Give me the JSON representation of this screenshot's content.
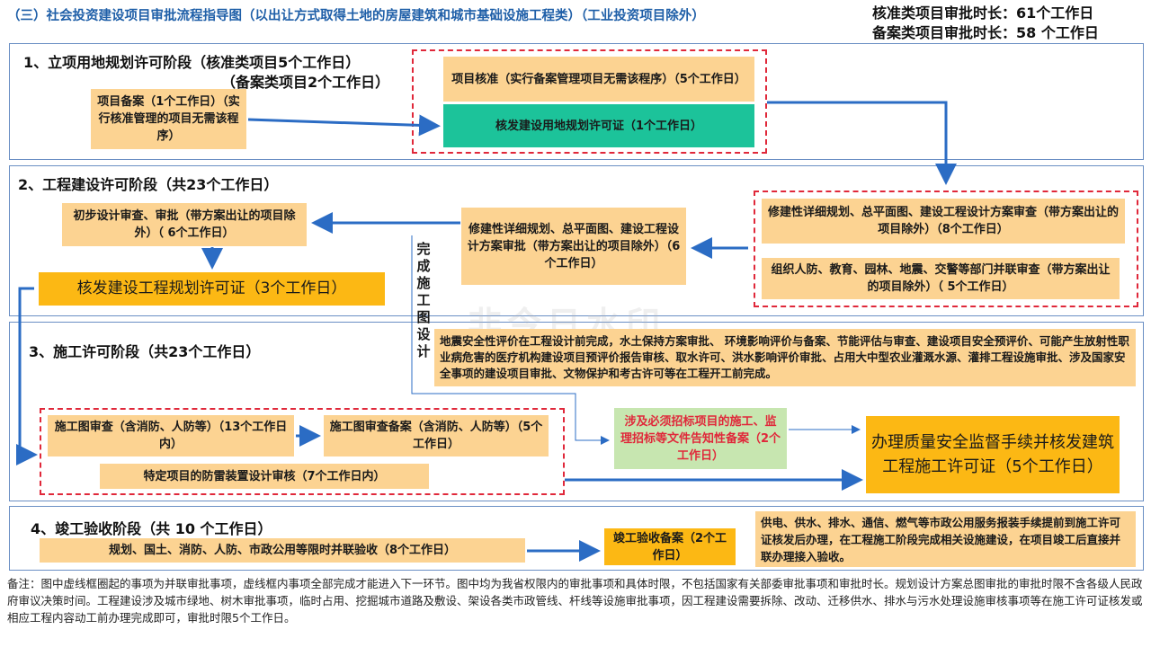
{
  "title": "（三）社会投资建设项目审批流程指导图（以出让方式取得土地的房屋建筑和城市基础设施工程类）（工业投资项目除外）",
  "durations": {
    "approve": "核准类项目审批时长：61个工作日",
    "record": "备案类项目审批时长：58 个工作日"
  },
  "stage1": {
    "label": "1、立项用地规划许可阶段（核准类项目5个工作日）",
    "label2": "（备案类项目2个工作日）",
    "record_box": "项目备案（1个工作日）（实行核准管理的项目无需该程序）",
    "approve_box": "项目核准（实行备案管理项目无需该程序）（5个工作日）",
    "land_permit": "核发建设用地规划许可证（1个工作日）"
  },
  "stage2": {
    "label": "2、工程建设许可阶段（共23个工作日）",
    "detail_review": "修建性详细规划、总平面图、建设工程设计方案审查（带方案出让的项目除外）（8个工作日）",
    "dept_review": "组织人防、教育、园林、地震、交警等部门并联审查（带方案出让的项目除外）（ 5个工作日）",
    "detail_approve": "修建性详细规划、总平面图、建设工程设计方案审批（带方案出让的项目除外）（6个工作日）",
    "prelim_design": "初步设计审查、审批（带方案出让的项目除外）（ 6个工作日）",
    "eng_permit": "核发建设工程规划许可证（3个工作日）",
    "vertical": "完成施工图设计"
  },
  "stage3": {
    "label": "3、施工许可阶段（共23个工作日）",
    "parallel_note": "地震安全性评价在工程设计前完成，水土保持方案审批、 环境影响评价与备案、节能评估与审查、建设项目安全预评价、可能产生放射性职业病危害的医疗机构建设项目预评价报告审核、取水许可、洪水影响评价审批、占用大中型农业灌溉水源、灌排工程设施审批、涉及国家安全事项的建设项目审批、文物保护和考古许可等在工程开工前完成。",
    "drawing_review": "施工图审查（含消防、人防等）（13个工作日内）",
    "drawing_record": "施工图审查备案（含消防、人防等）（5个工作日）",
    "lightning": "特定项目的防雷装置设计审核（7个工作日内）",
    "bidding": "涉及必须招标项目的施工、监理招标等文件告知性备案（2个工作日）",
    "construction_permit": "办理质量安全监督手续并核发建筑工程施工许可证（5个工作日）"
  },
  "stage4": {
    "label": "4、竣工验收阶段（共 10 个工作日）",
    "joint_accept": "规划、国土、消防、人防、市政公用等限时并联验收（8个工作日）",
    "accept_record": "竣工验收备案（2个工作日）",
    "utilities": "供电、供水、排水、通信、燃气等市政公用服务报装手续提前到施工许可证核发后办理，在工程施工阶段完成相关设施建设，在项目竣工后直接并联办理接入验收。"
  },
  "note": "备注：图中虚线框圈起的事项为并联审批事项，虚线框内事项全部完成才能进入下一环节。图中均为我省权限内的审批事项和具体时限，不包括国家有关部委审批事项和审批时长。规划设计方案总图审批的审批时限不含各级人民政府审议决策时间。工程建设涉及城市绿地、树木审批事项，临时占用、挖掘城市道路及敷设、架设各类市政管线、杆线等设施审批事项，因工程建设需要拆除、改动、迁移供水、排水与污水处理设施审核事项等在施工许可证核发或相应工程内容动工前办理完成即可，审批时限5个工作日。",
  "colors": {
    "arrow": "#2b6cc4",
    "dash": "#e0283a",
    "box": "#fcd392",
    "teal": "#1cc39a",
    "gold": "#fcb814"
  }
}
